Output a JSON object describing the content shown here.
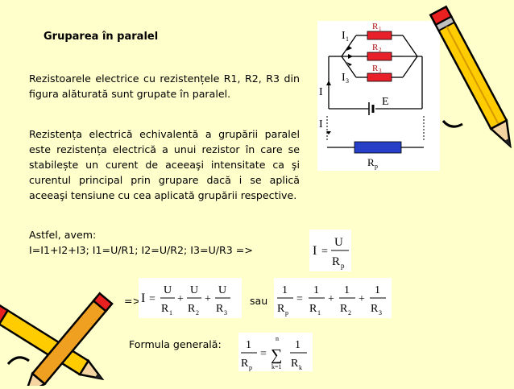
{
  "slide": {
    "title": "Gruparea în paralel",
    "paragraph1": "Rezistoarele electrice cu rezistențele R1, R2, R3 din figura alăturată sunt grupate în paralel.",
    "paragraph2": "Rezistența electrică echivalentă a grupării paralel este rezistența electrică a unui rezistor în care se stabilește un curent de aceeaşi intensitate ca şi curentul principal prin grupare dacă i se aplică aceeaşi tensiune cu cea aplicată grupării respective.",
    "line1": "Astfel, avem:",
    "line2": "I=I1+I2+I3;  I1=U/R1; I2=U/R2; I3=U/R3 =>",
    "arrow2": "=>",
    "sau": "sau",
    "general_label": "Formula generală:"
  },
  "circuit": {
    "labels": {
      "r1": "R",
      "r1_sub": "1",
      "r2": "R",
      "r2_sub": "2",
      "r3": "R",
      "r3_sub": "3",
      "i1": "I",
      "i1_sub": "1",
      "i3": "I",
      "i3_sub": "3",
      "i": "I",
      "i_lower": "I",
      "e": "E",
      "rp": "R",
      "rp_sub": "p"
    },
    "colors": {
      "resistor": "#e8202a",
      "equivalent": "#2840c8",
      "wire": "#000000"
    }
  },
  "formulas": {
    "f1": {
      "lhs": "I",
      "num": "U",
      "den": "R",
      "den_sub": "p"
    },
    "f2": {
      "lhs": "I",
      "num": "U",
      "dens": [
        "R",
        "R",
        "R"
      ],
      "subs": [
        "1",
        "2",
        "3"
      ]
    },
    "f3": {
      "one": "1",
      "lhs_den": "R",
      "lhs_sub": "p",
      "dens": [
        "R",
        "R",
        "R"
      ],
      "subs": [
        "1",
        "2",
        "3"
      ]
    },
    "f4": {
      "one": "1",
      "lhs_den": "R",
      "lhs_sub": "p",
      "sum_top": "n",
      "sum_bottom": "k=1",
      "sum_sym": "∑",
      "term_den": "R",
      "term_sub": "k"
    }
  },
  "decor": {
    "pencil_icon": "pencil-icon",
    "pencil_colors": [
      "#ffcc00",
      "#e82020",
      "#f0a020"
    ]
  }
}
